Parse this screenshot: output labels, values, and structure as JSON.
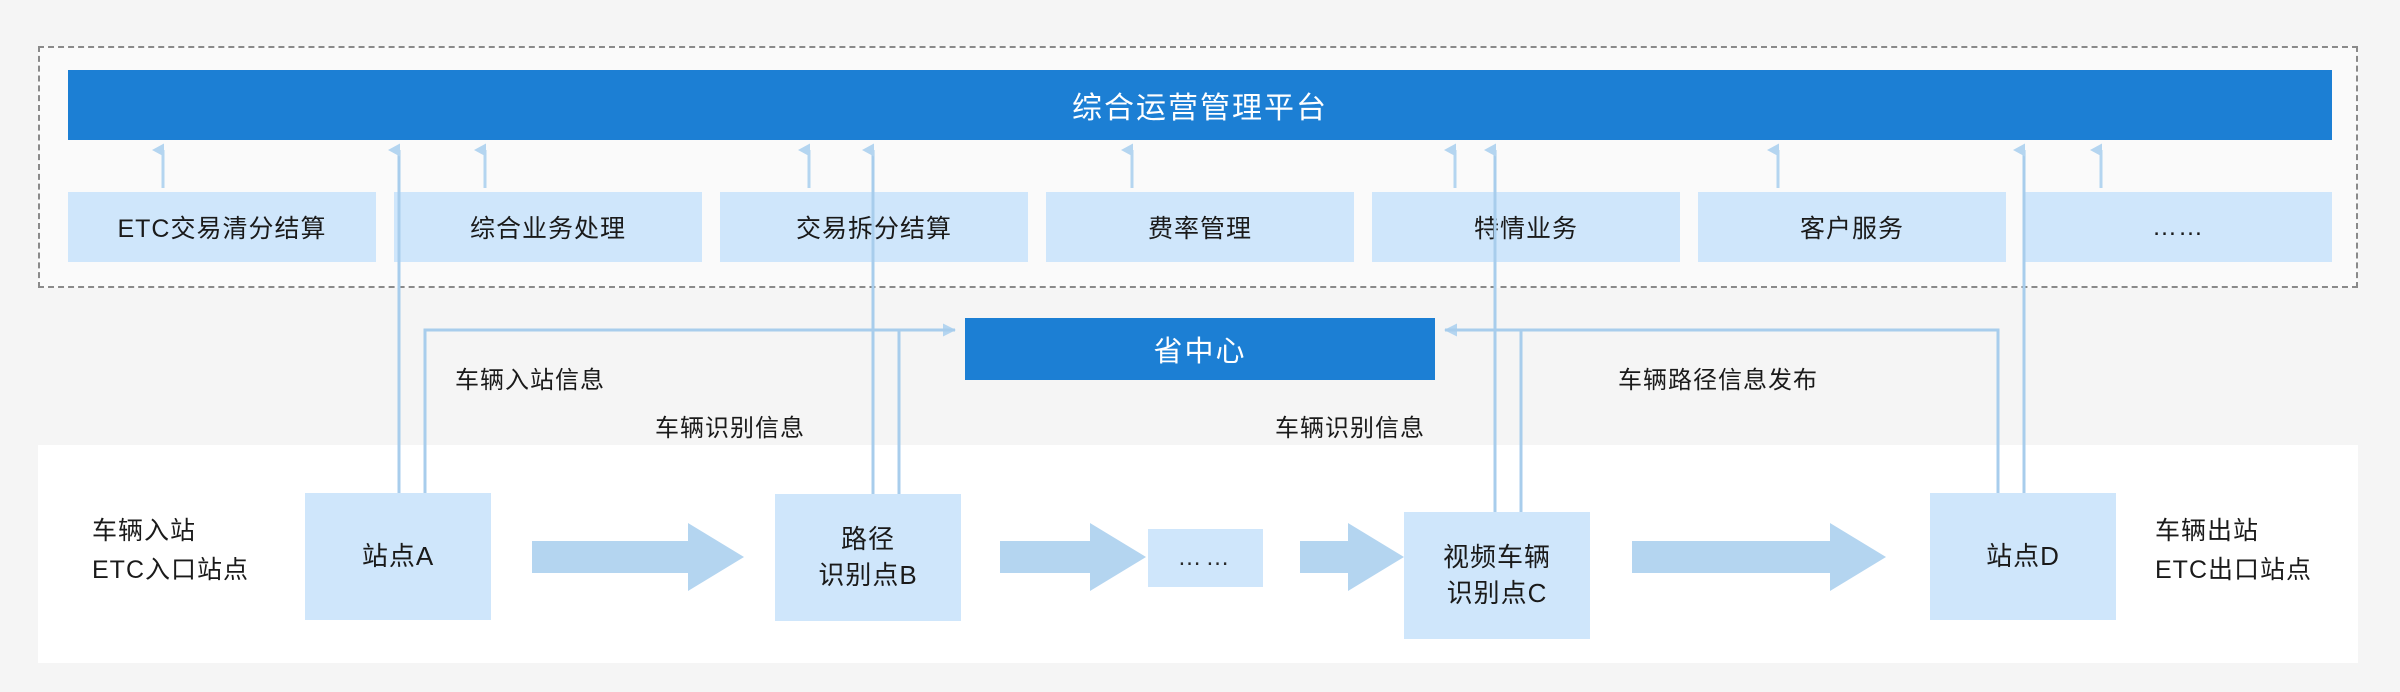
{
  "platform": {
    "title": "综合运营管理平台",
    "bar_color": "#1c7fd4",
    "border_style": "dashed",
    "modules": [
      {
        "label": "ETC交易清分结算"
      },
      {
        "label": "综合业务处理"
      },
      {
        "label": "交易拆分结算"
      },
      {
        "label": "费率管理"
      },
      {
        "label": "特情业务"
      },
      {
        "label": "客户服务"
      },
      {
        "label": "……"
      }
    ]
  },
  "province_center": {
    "label": "省中心",
    "color": "#1c7fd4"
  },
  "flow": {
    "entry_caption": "车辆入站\nETC入口站点",
    "exit_caption": "车辆出站\nETC出口站点",
    "nodes": [
      {
        "label": "站点A",
        "type": "station"
      },
      {
        "label": "路径\n识别点B",
        "type": "recognition"
      },
      {
        "label": "……",
        "type": "ellipsis"
      },
      {
        "label": "视频车辆\n识别点C",
        "type": "video-recognition"
      },
      {
        "label": "站点D",
        "type": "station"
      }
    ]
  },
  "links": [
    {
      "id": "entry-info",
      "label": "车辆入站信息",
      "direction": "to-province"
    },
    {
      "id": "recognition-info-b",
      "label": "车辆识别信息",
      "direction": "to-province"
    },
    {
      "id": "recognition-info-c",
      "label": "车辆识别信息",
      "direction": "to-province"
    },
    {
      "id": "route-publish",
      "label": "车辆路径信息发布",
      "direction": "from-province"
    }
  ],
  "colors": {
    "brand_blue": "#1c7fd4",
    "light_blue": "#cfe6fb",
    "arrow_blue": "#b4d5f0",
    "wire_blue": "#a8cdec",
    "page_bg": "#f5f5f5",
    "panel_bg": "#fafafa",
    "band_bg": "#ffffff",
    "dash_border": "#8a8a8a",
    "text": "#1a1a1a"
  }
}
